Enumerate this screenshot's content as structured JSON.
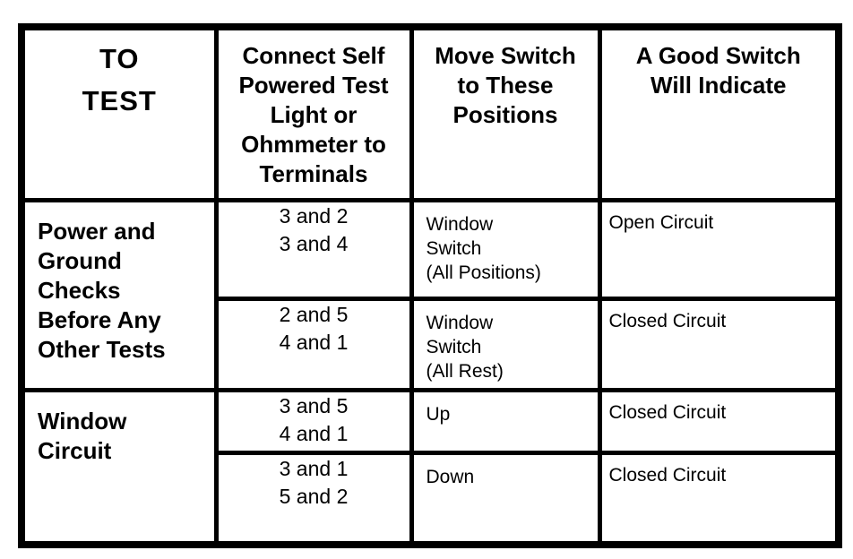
{
  "page": {
    "kind": "scanned-service-manual-table",
    "background_color": "#ffffff"
  },
  "colors": {
    "line": "#000000",
    "text": "#000000",
    "background": "#ffffff"
  },
  "table": {
    "name": "power-window-switch-test-table",
    "columns": [
      {
        "header": "TO\nTEST"
      },
      {
        "header": "Connect Self\nPowered Test\nLight or\nOhmmeter to\nTerminals"
      },
      {
        "header": "Move Switch\nto These\nPositions"
      },
      {
        "header": "A Good Switch\nWill Indicate"
      }
    ],
    "row_groups": [
      {
        "test": "Power and\nGround\nChecks\nBefore Any\nOther Tests",
        "rows": [
          {
            "terminals": "3 and 2\n3 and 4",
            "position": "Window\nSwitch\n(All Positions)",
            "indication": "Open Circuit"
          },
          {
            "terminals": "2 and 5\n4 and 1",
            "position": "Window\nSwitch\n(All Rest)",
            "indication": "Closed Circuit"
          }
        ]
      },
      {
        "test": "Window\nCircuit",
        "rows": [
          {
            "terminals": "3 and 5\n4 and 1",
            "position": "Up",
            "indication": "Closed Circuit"
          },
          {
            "terminals": "3 and 1\n5 and 2",
            "position": "Down",
            "indication": "Closed Circuit"
          }
        ]
      }
    ]
  }
}
